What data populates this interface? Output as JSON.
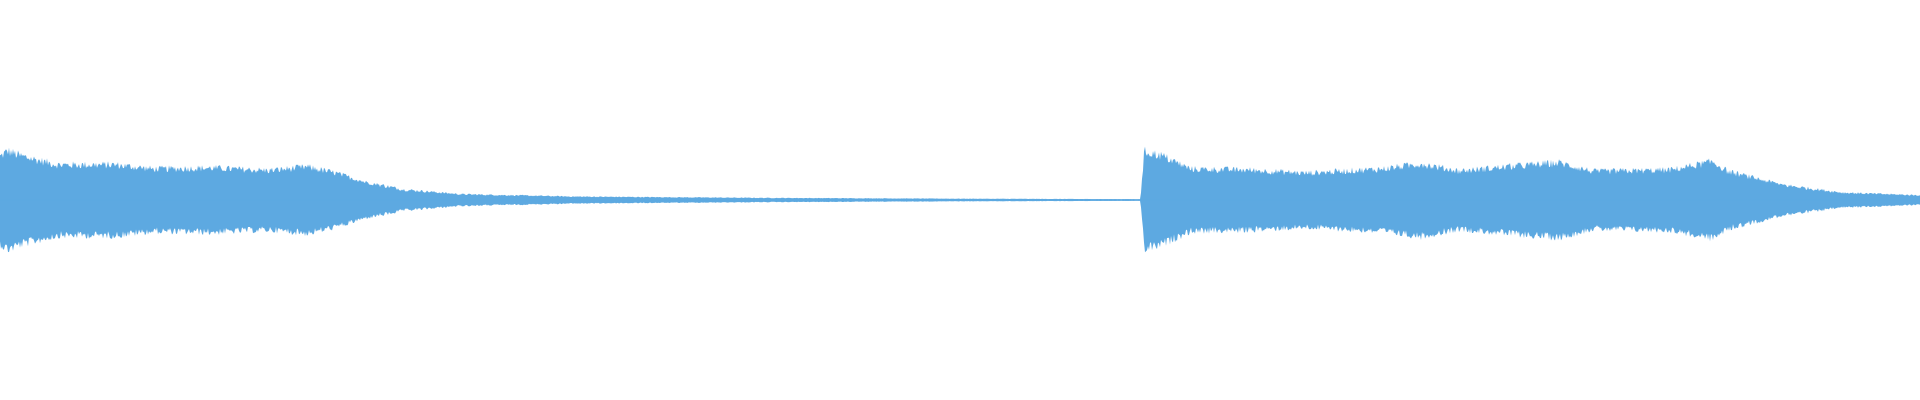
{
  "waveform": {
    "color": "#5da9e1",
    "background": "#ffffff",
    "envelope": [
      {
        "t": 0.0,
        "a": 0.84
      },
      {
        "t": 0.004,
        "a": 0.95
      },
      {
        "t": 0.01,
        "a": 0.86
      },
      {
        "t": 0.03,
        "a": 0.68
      },
      {
        "t": 0.06,
        "a": 0.68
      },
      {
        "t": 0.08,
        "a": 0.6
      },
      {
        "t": 0.11,
        "a": 0.62
      },
      {
        "t": 0.14,
        "a": 0.57
      },
      {
        "t": 0.16,
        "a": 0.64
      },
      {
        "t": 0.175,
        "a": 0.52
      },
      {
        "t": 0.19,
        "a": 0.35
      },
      {
        "t": 0.21,
        "a": 0.2
      },
      {
        "t": 0.24,
        "a": 0.11
      },
      {
        "t": 0.3,
        "a": 0.065
      },
      {
        "t": 0.4,
        "a": 0.04
      },
      {
        "t": 0.5,
        "a": 0.025
      },
      {
        "t": 0.594,
        "a": 0.016
      },
      {
        "t": 0.596,
        "a": 0.94
      },
      {
        "t": 0.605,
        "a": 0.86
      },
      {
        "t": 0.62,
        "a": 0.6
      },
      {
        "t": 0.65,
        "a": 0.58
      },
      {
        "t": 0.68,
        "a": 0.52
      },
      {
        "t": 0.72,
        "a": 0.6
      },
      {
        "t": 0.74,
        "a": 0.7
      },
      {
        "t": 0.76,
        "a": 0.56
      },
      {
        "t": 0.79,
        "a": 0.66
      },
      {
        "t": 0.812,
        "a": 0.72
      },
      {
        "t": 0.83,
        "a": 0.55
      },
      {
        "t": 0.87,
        "a": 0.58
      },
      {
        "t": 0.892,
        "a": 0.74
      },
      {
        "t": 0.9,
        "a": 0.55
      },
      {
        "t": 0.93,
        "a": 0.28
      },
      {
        "t": 0.96,
        "a": 0.14
      },
      {
        "t": 1.0,
        "a": 0.09
      }
    ]
  }
}
